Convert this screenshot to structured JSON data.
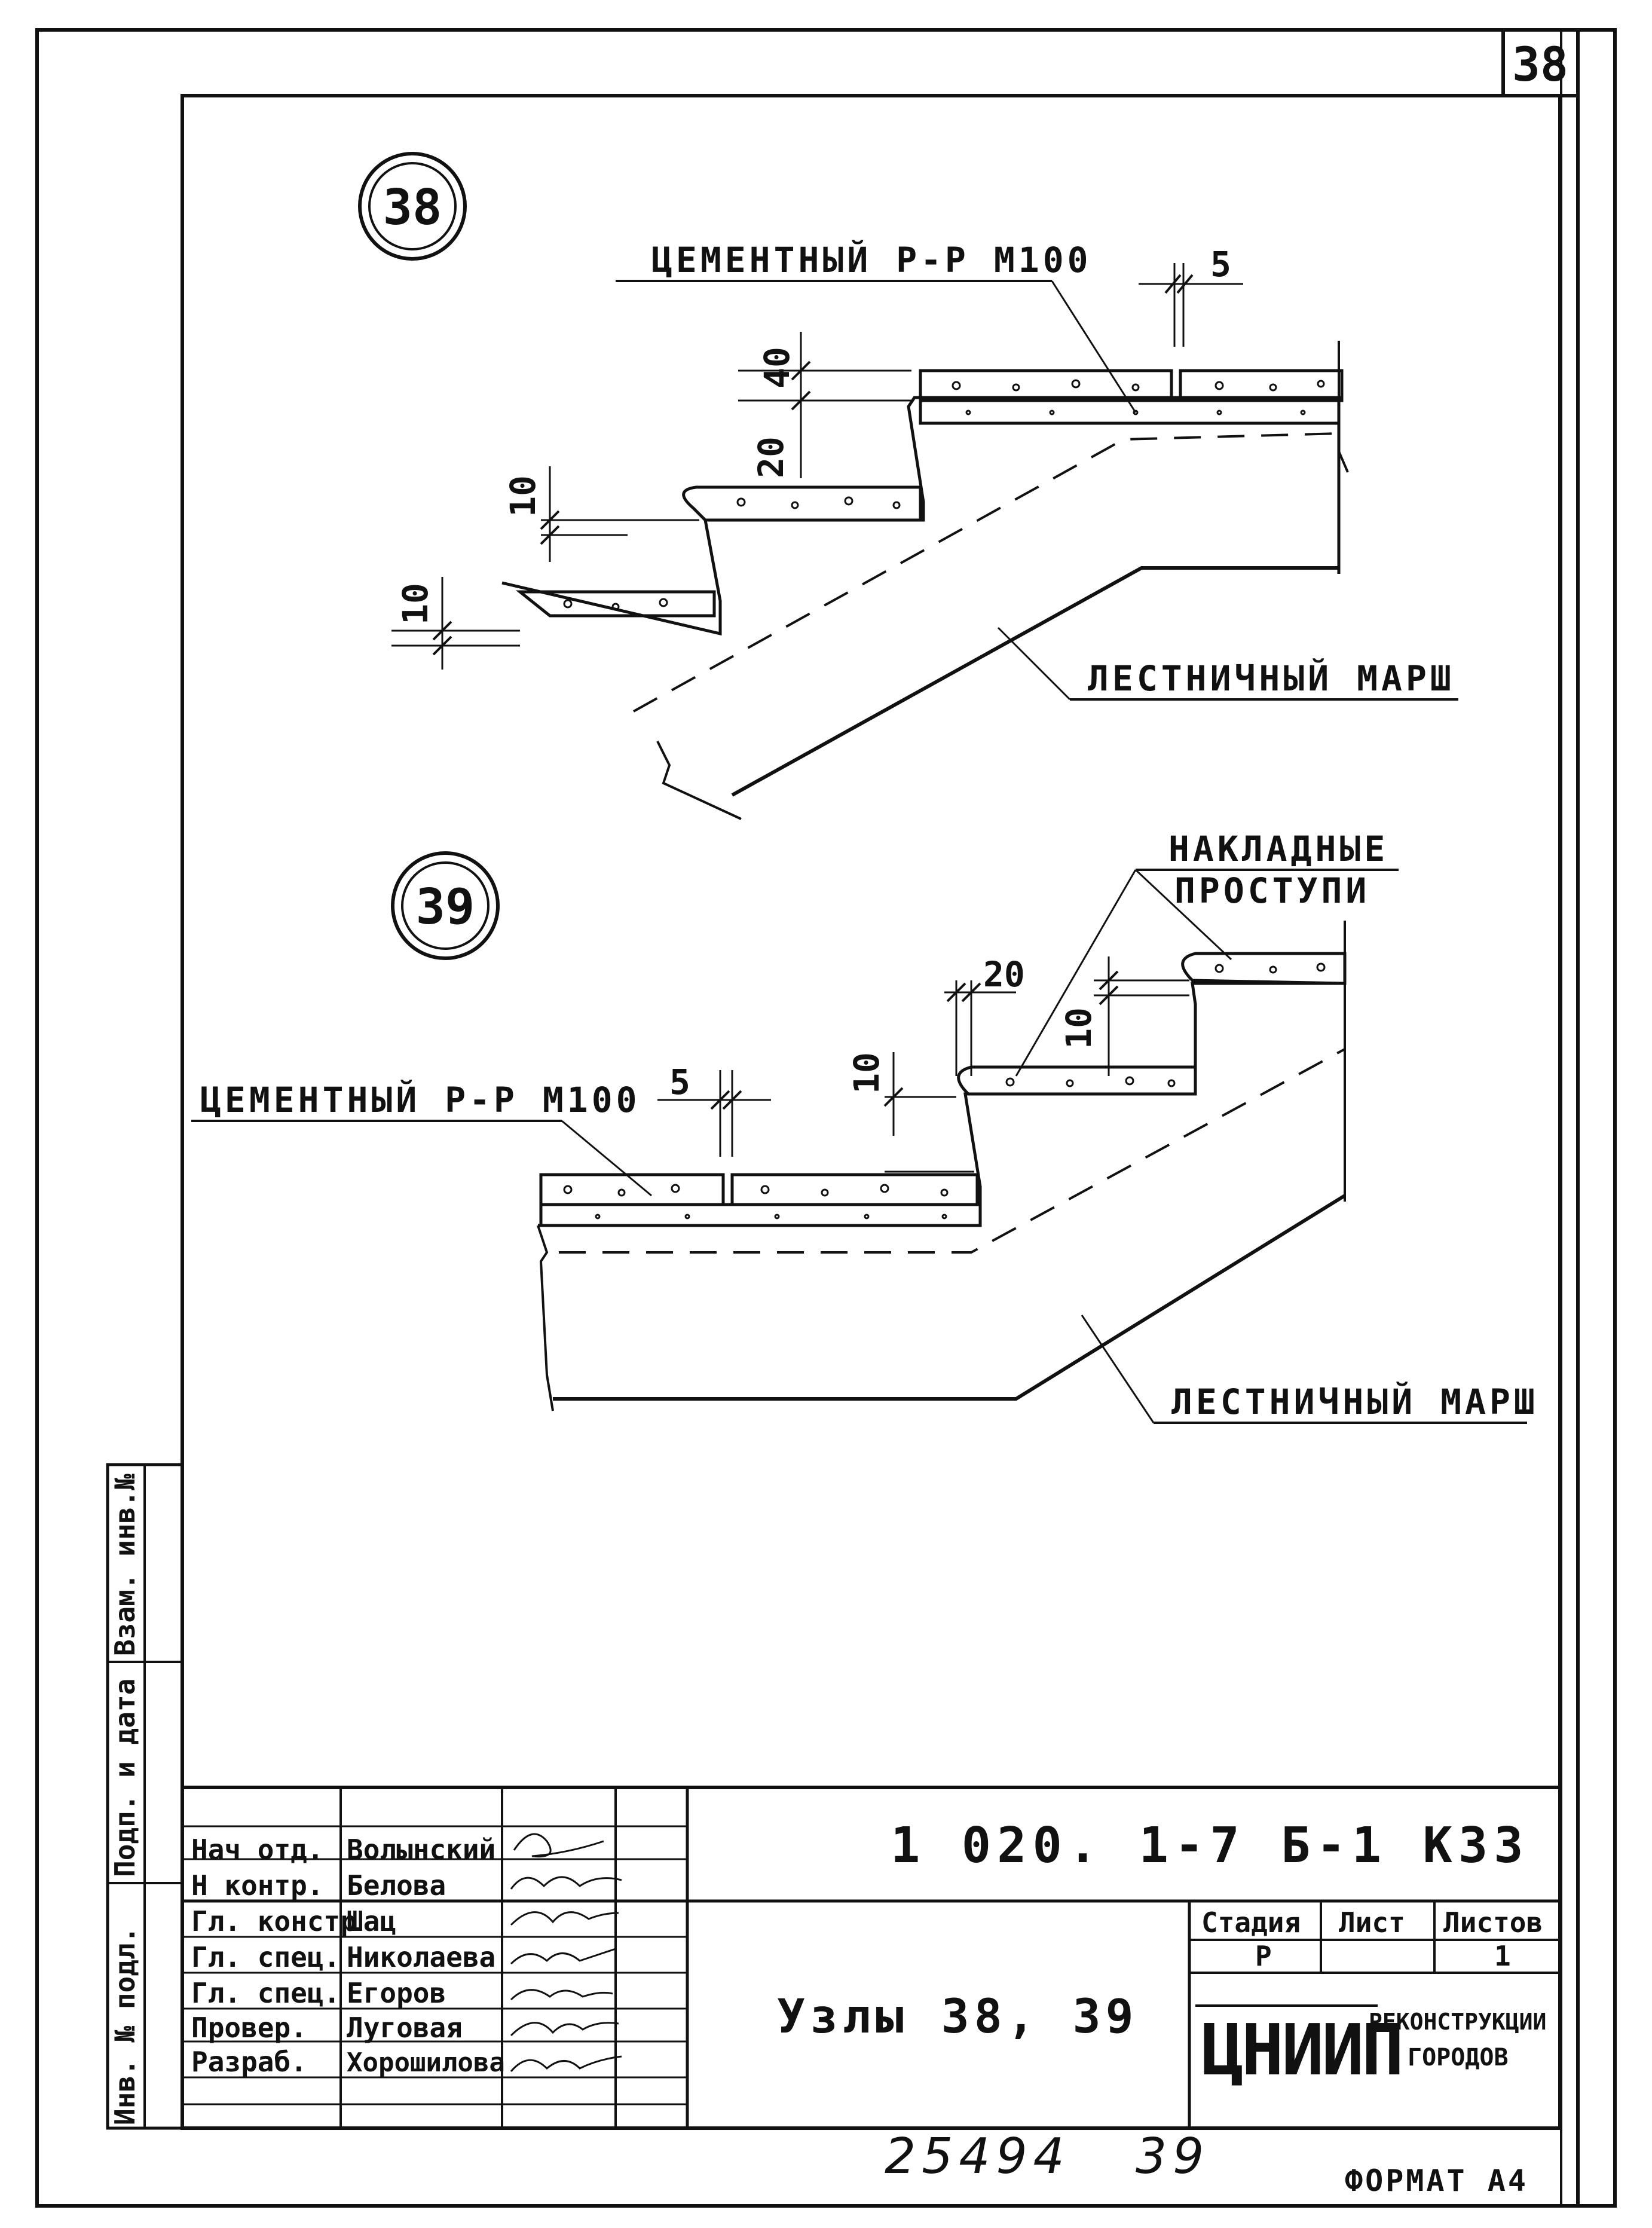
{
  "sheet_number": "38",
  "detail_38": {
    "callout": "38",
    "label_mortar": "ЦЕМЕНТНЫЙ Р-Р М100",
    "label_flight": "ЛЕСТНИЧНЫЙ МАРШ",
    "dim_gap": "5",
    "dim_top": "40",
    "dim_mid": "20",
    "dim_step2": "10",
    "dim_step1": "10"
  },
  "detail_39": {
    "callout": "39",
    "label_treads": "НАКЛАДНЫЕ",
    "label_treads_2": "ПРОСТУПИ",
    "label_mortar": "ЦЕМЕНТНЫЙ Р-Р М100",
    "label_flight": "ЛЕСТНИЧНЫЙ МАРШ",
    "dim_gap": "5",
    "dim_nosing": "20",
    "dim_tread1": "10",
    "dim_tread2": "10"
  },
  "side_stamp": {
    "col1": "Инв. № подл.",
    "col2": "Подп. и дата",
    "col3": "Взам. инв.№"
  },
  "title_block": {
    "doc_code": "1 020. 1-7 Б-1 К33",
    "title": "Узлы 38, 39",
    "stage_header": "Стадия",
    "sheet_header": "Лист",
    "sheets_header": "Листов",
    "stage_value": "Р",
    "sheet_value": "",
    "sheets_value": "1",
    "org_logo": "ЦНИИП",
    "org_line1": "РЕКОНСТРУКЦИИ",
    "org_line2": "ГОРОДОВ",
    "rows": [
      {
        "role": "Нач отд.",
        "name": "Волынский"
      },
      {
        "role": "Н контр.",
        "name": "Белова"
      },
      {
        "role": "Гл. констр",
        "name": "Шац"
      },
      {
        "role": "Гл. спец.",
        "name": "Николаева"
      },
      {
        "role": "Гл. спец.",
        "name": "Егоров"
      },
      {
        "role": "Провер.",
        "name": "Луговая"
      },
      {
        "role": "Разраб.",
        "name": "Хорошилова"
      }
    ]
  },
  "footer": {
    "archive_number": "25494",
    "page": "39",
    "format": "ФОРМАТ А4"
  }
}
